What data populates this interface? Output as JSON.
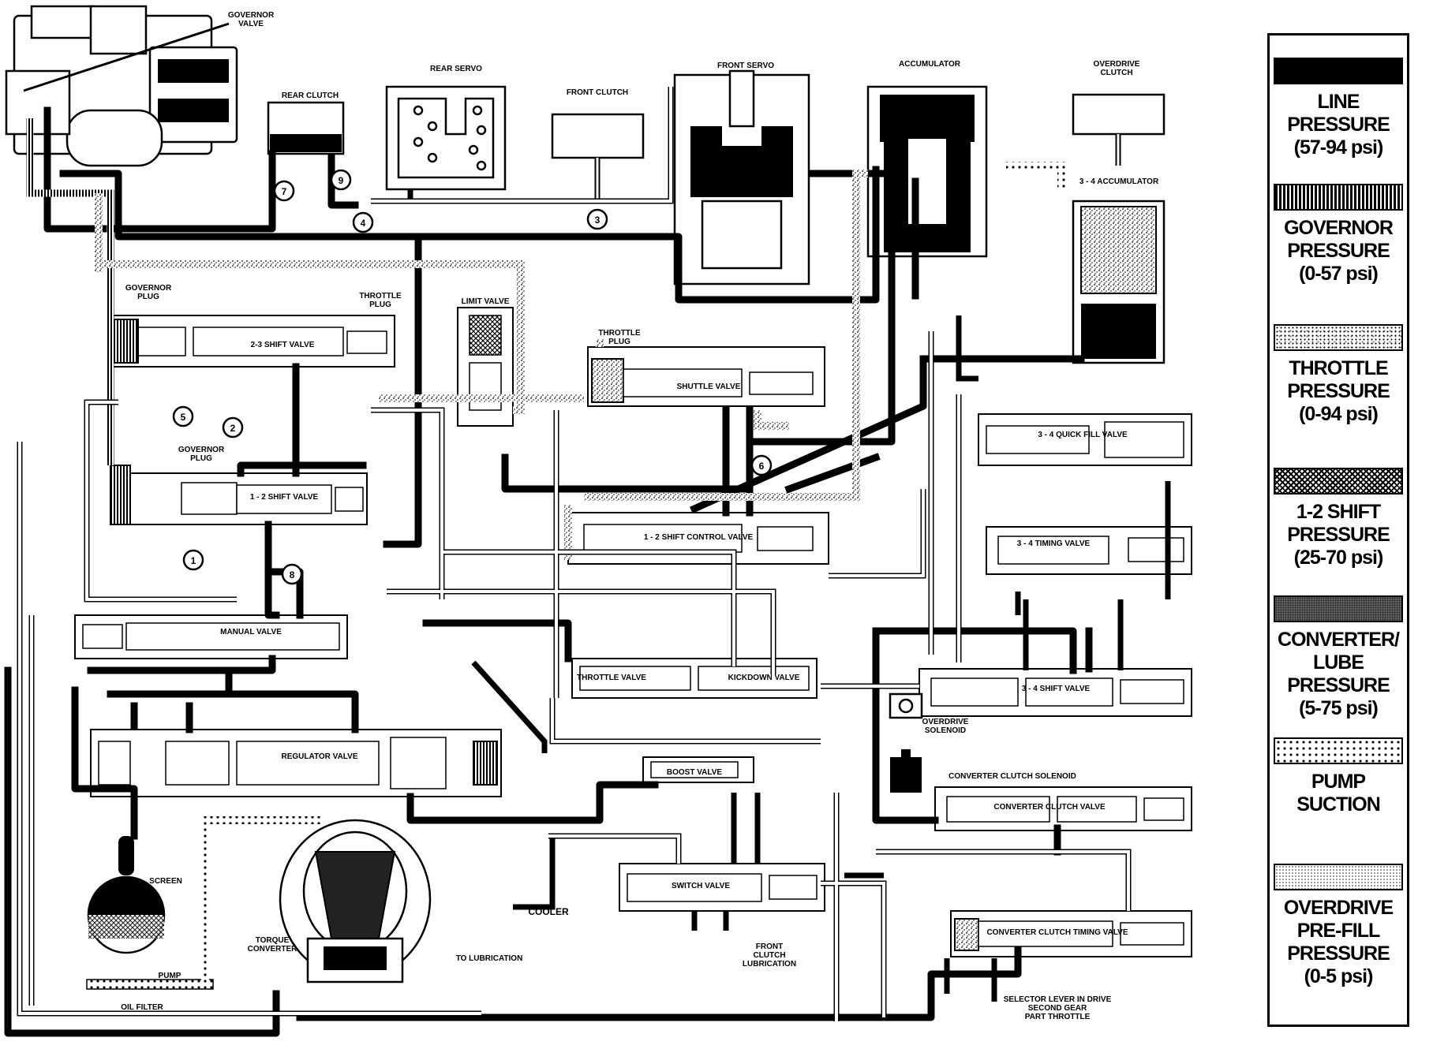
{
  "components": {
    "governor_valve": "GOVERNOR\nVALVE",
    "rear_clutch": "REAR CLUTCH",
    "rear_servo": "REAR SERVO",
    "front_clutch": "FRONT CLUTCH",
    "front_servo": "FRONT SERVO",
    "accumulator": "ACCUMULATOR",
    "overdrive_clutch": "OVERDRIVE\nCLUTCH",
    "accumulator_3_4": "3 - 4 ACCUMULATOR",
    "governor_plug_upper": "GOVERNOR\nPLUG",
    "throttle_plug_upper": "THROTTLE\nPLUG",
    "shift_valve_2_3": "2-3 SHIFT VALVE",
    "limit_valve": "LIMIT VALVE",
    "throttle_plug": "THROTTLE\nPLUG",
    "shuttle_valve": "SHUTTLE VALVE",
    "quick_fill_valve_3_4": "3 - 4 QUICK FILL VALVE",
    "governor_plug_lower": "GOVERNOR\nPLUG",
    "shift_valve_1_2": "1 - 2 SHIFT VALVE",
    "shift_control_valve_1_2": "1 - 2 SHIFT CONTROL VALVE",
    "timing_valve_3_4": "3 - 4 TIMING VALVE",
    "manual_valve": "MANUAL VALVE",
    "throttle_valve": "THROTTLE VALVE",
    "kickdown_valve": "KICKDOWN VALVE",
    "shift_valve_3_4": "3 - 4 SHIFT VALVE",
    "overdrive_solenoid": "OVERDRIVE\nSOLENOID",
    "regulator_valve": "REGULATOR VALVE",
    "boost_valve": "BOOST VALVE",
    "converter_clutch_solenoid": "CONVERTER CLUTCH SOLENOID",
    "converter_clutch_valve": "CONVERTER CLUTCH VALVE",
    "screen": "SCREEN",
    "torque_converter": "TORQUE\nCONVERTER",
    "cooler": "COOLER",
    "switch_valve": "SWITCH VALVE",
    "to_lubrication": "TO LUBRICATION",
    "front_clutch_lubrication": "FRONT\nCLUTCH\nLUBRICATION",
    "converter_clutch_timing_valve": "CONVERTER CLUTCH TIMING VALVE",
    "pump": "PUMP",
    "oil_filter": "OIL FILTER"
  },
  "circuit_numbers": [
    "1",
    "2",
    "3",
    "4",
    "5",
    "6",
    "7",
    "8",
    "9"
  ],
  "caption": "SELECTOR LEVER IN DRIVE\nSECOND GEAR\nPART THROTTLE",
  "legend": [
    {
      "label": "LINE PRESSURE\n(57-94 psi)",
      "pattern": "solid-black"
    },
    {
      "label": "GOVERNOR\nPRESSURE\n(0-57 psi)",
      "pattern": "vertical-lines"
    },
    {
      "label": "THROTTLE\nPRESSURE\n(0-94 psi)",
      "pattern": "fine-speckle"
    },
    {
      "label": "1-2 SHIFT\nPRESSURE\n(25-70 psi)",
      "pattern": "crosshatch"
    },
    {
      "label": "CONVERTER/\nLUBE PRESSURE\n(5-75 psi)",
      "pattern": "dark-grey"
    },
    {
      "label": "PUMP\nSUCTION",
      "pattern": "coarse-dots"
    },
    {
      "label": "OVERDRIVE\nPRE-FILL\nPRESSURE\n(0-5 psi)",
      "pattern": "light-speckle"
    }
  ]
}
